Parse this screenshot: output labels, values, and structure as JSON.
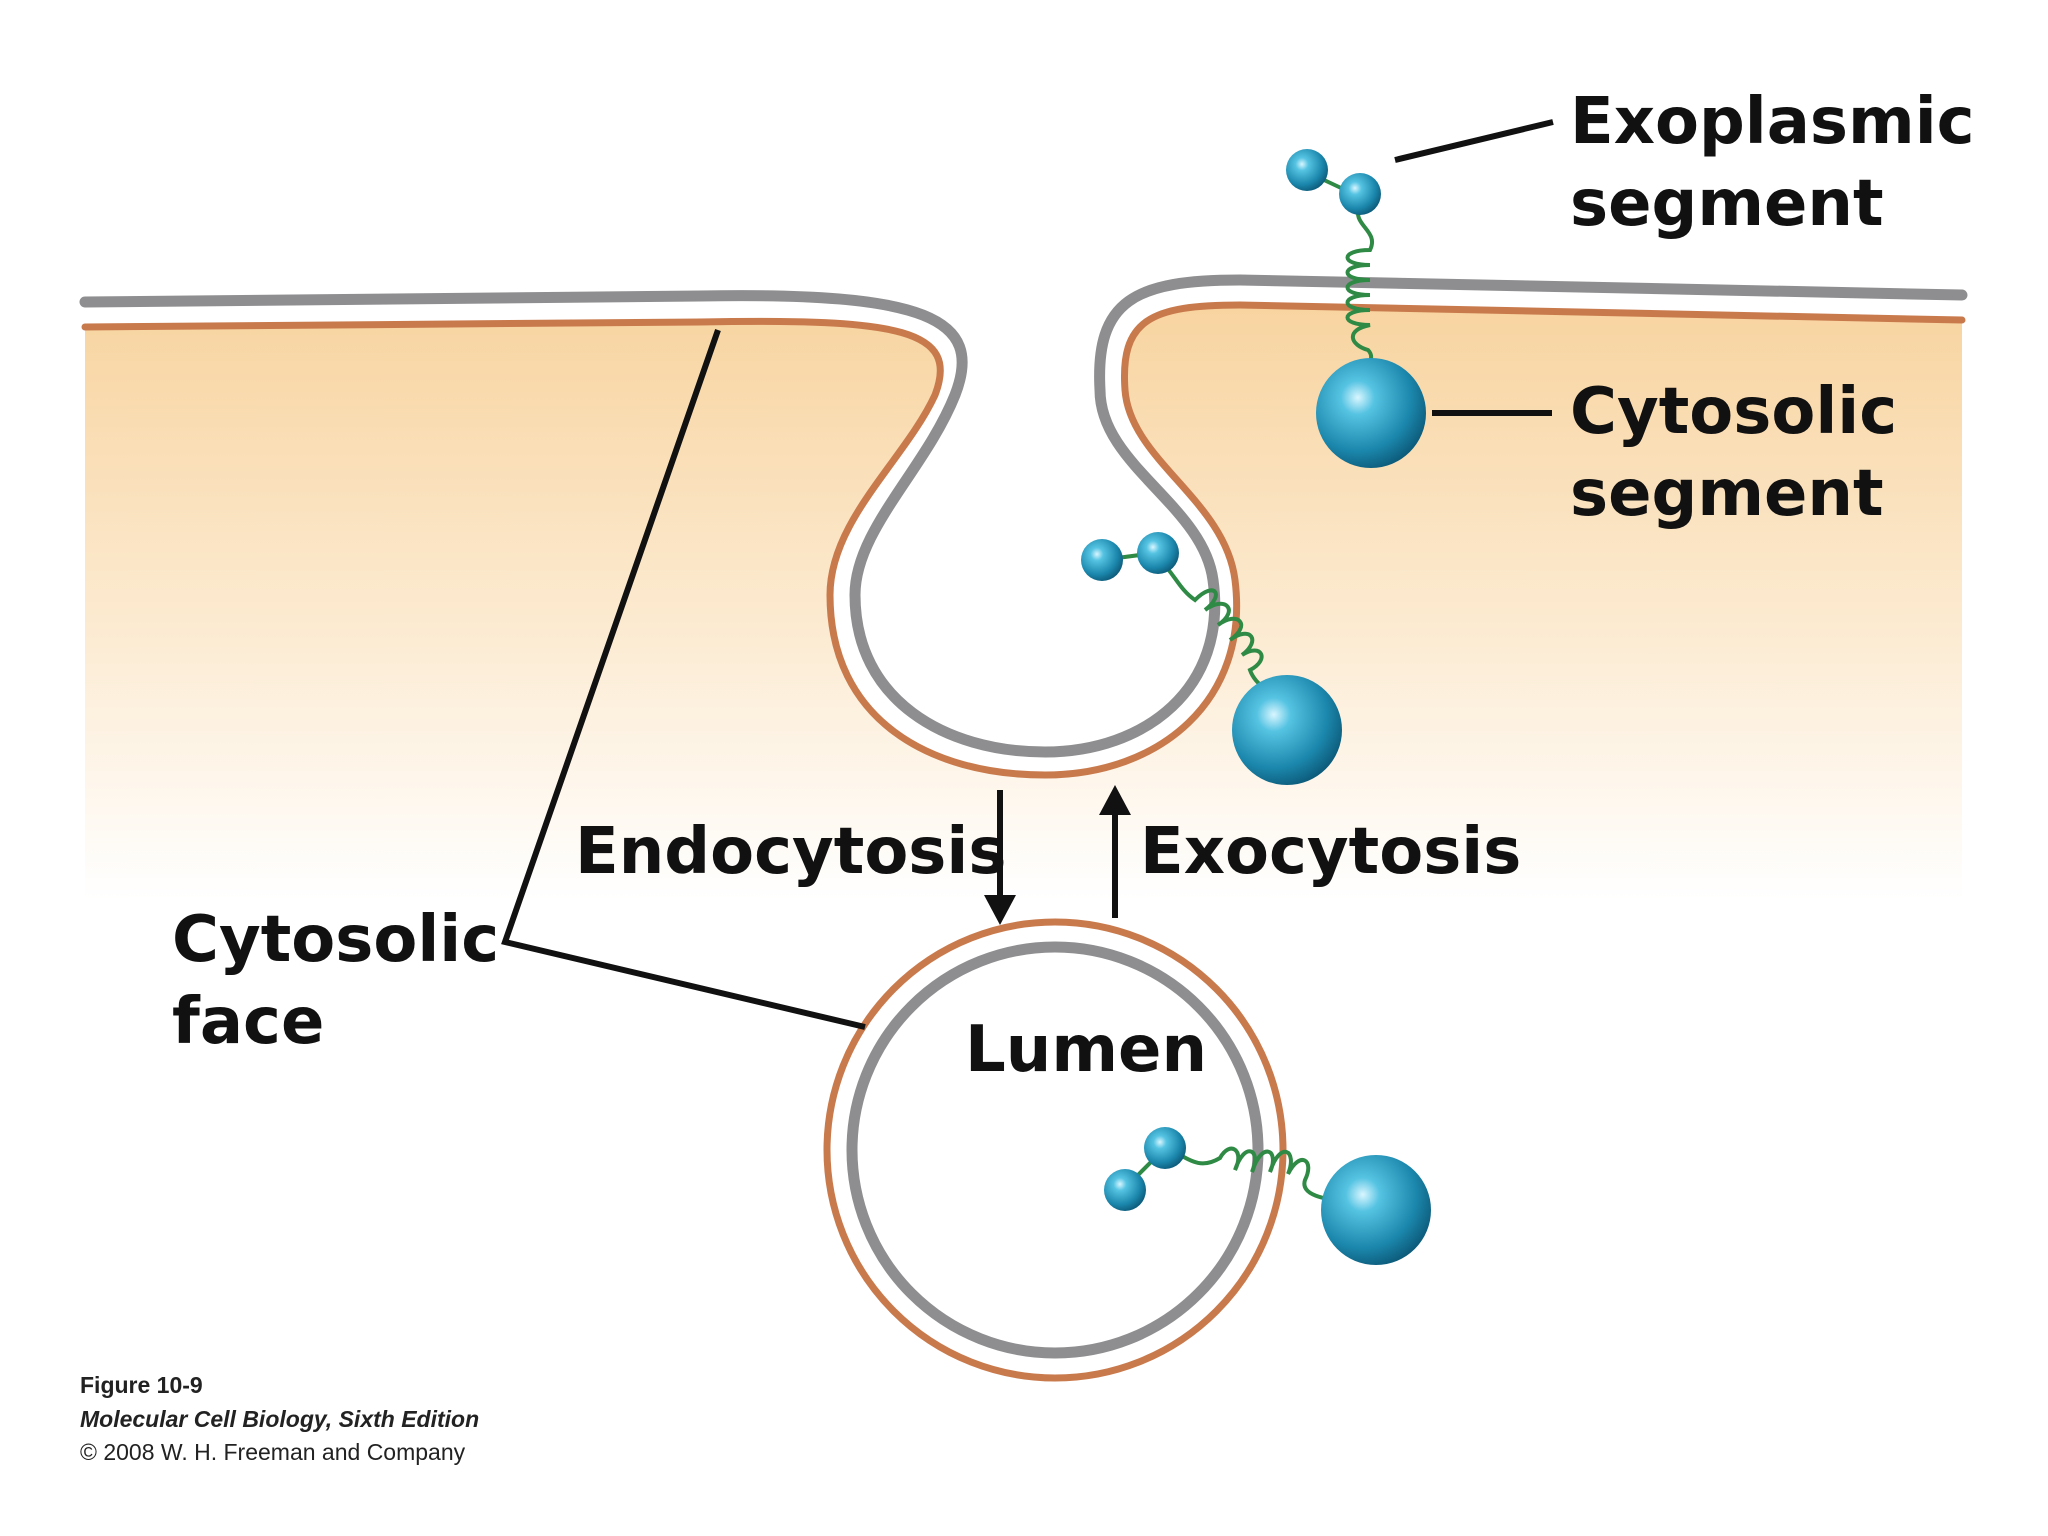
{
  "labels": {
    "exoplasmic_segment_line1": "Exoplasmic",
    "exoplasmic_segment_line2": "segment",
    "cytosolic_segment_line1": "Cytosolic",
    "cytosolic_segment_line2": "segment",
    "endocytosis": "Endocytosis",
    "exocytosis": "Exocytosis",
    "cytosolic_face_line1": "Cytosolic",
    "cytosolic_face_line2": "face",
    "lumen": "Lumen"
  },
  "caption": {
    "figure": "Figure 10-9",
    "book": "Molecular Cell Biology, Sixth Edition",
    "copyright": "© 2008 W. H. Freeman and Company"
  },
  "colors": {
    "cytosol_top": "#f9d8a8",
    "cytosol_bottom": "#ffffff",
    "membrane_gray": "#8e8e90",
    "membrane_orange": "#c97a4c",
    "protein_blue": "#1d8db0",
    "protein_highlight": "#bfeefa",
    "helix_green": "#2e8a44"
  }
}
